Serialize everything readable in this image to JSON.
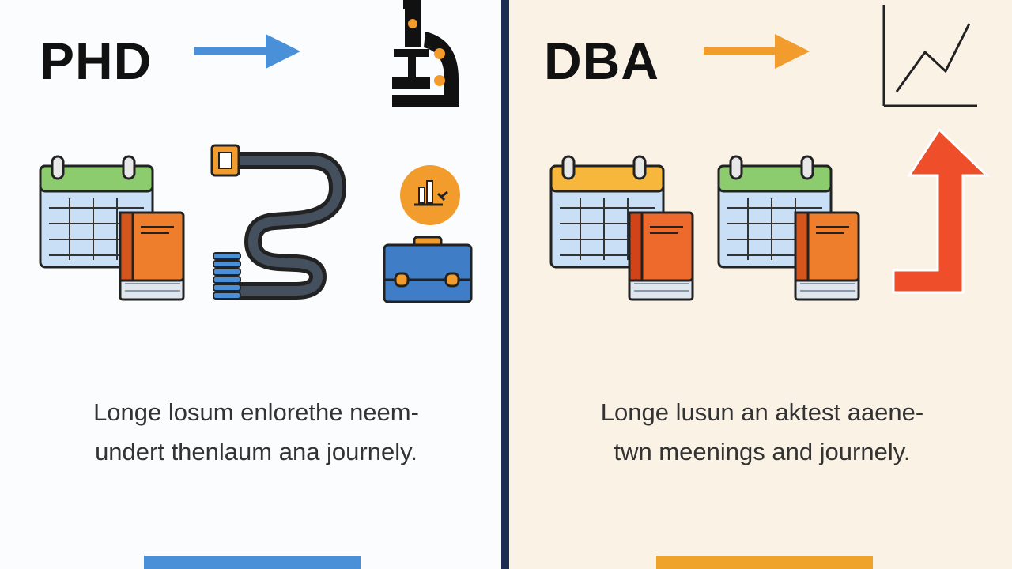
{
  "colors": {
    "left_bg": "#fbfcfd",
    "right_bg": "#fbf2e6",
    "divider": "#1c2c55",
    "blue_accent": "#4a90d9",
    "orange_accent": "#f39c2e",
    "text_dark": "#111111",
    "text_desc": "#333333"
  },
  "left": {
    "title": "PHD",
    "description_line1": "Longe losum enlorethe neem-",
    "description_line2": "undert thenlaum ana journely.",
    "icons": [
      "arrow-right-icon",
      "microscope-icon",
      "calendar-icon",
      "book-icon",
      "winding-path-icon",
      "bar-chart-badge-icon",
      "briefcase-icon"
    ]
  },
  "right": {
    "title": "DBA",
    "description_line1": "Longe lusun an aktest aaene-",
    "description_line2": "twn meenings and journely.",
    "icons": [
      "arrow-right-icon",
      "line-chart-icon",
      "calendar-icon",
      "book-icon",
      "calendar-icon",
      "book-icon",
      "up-arrow-icon"
    ]
  }
}
